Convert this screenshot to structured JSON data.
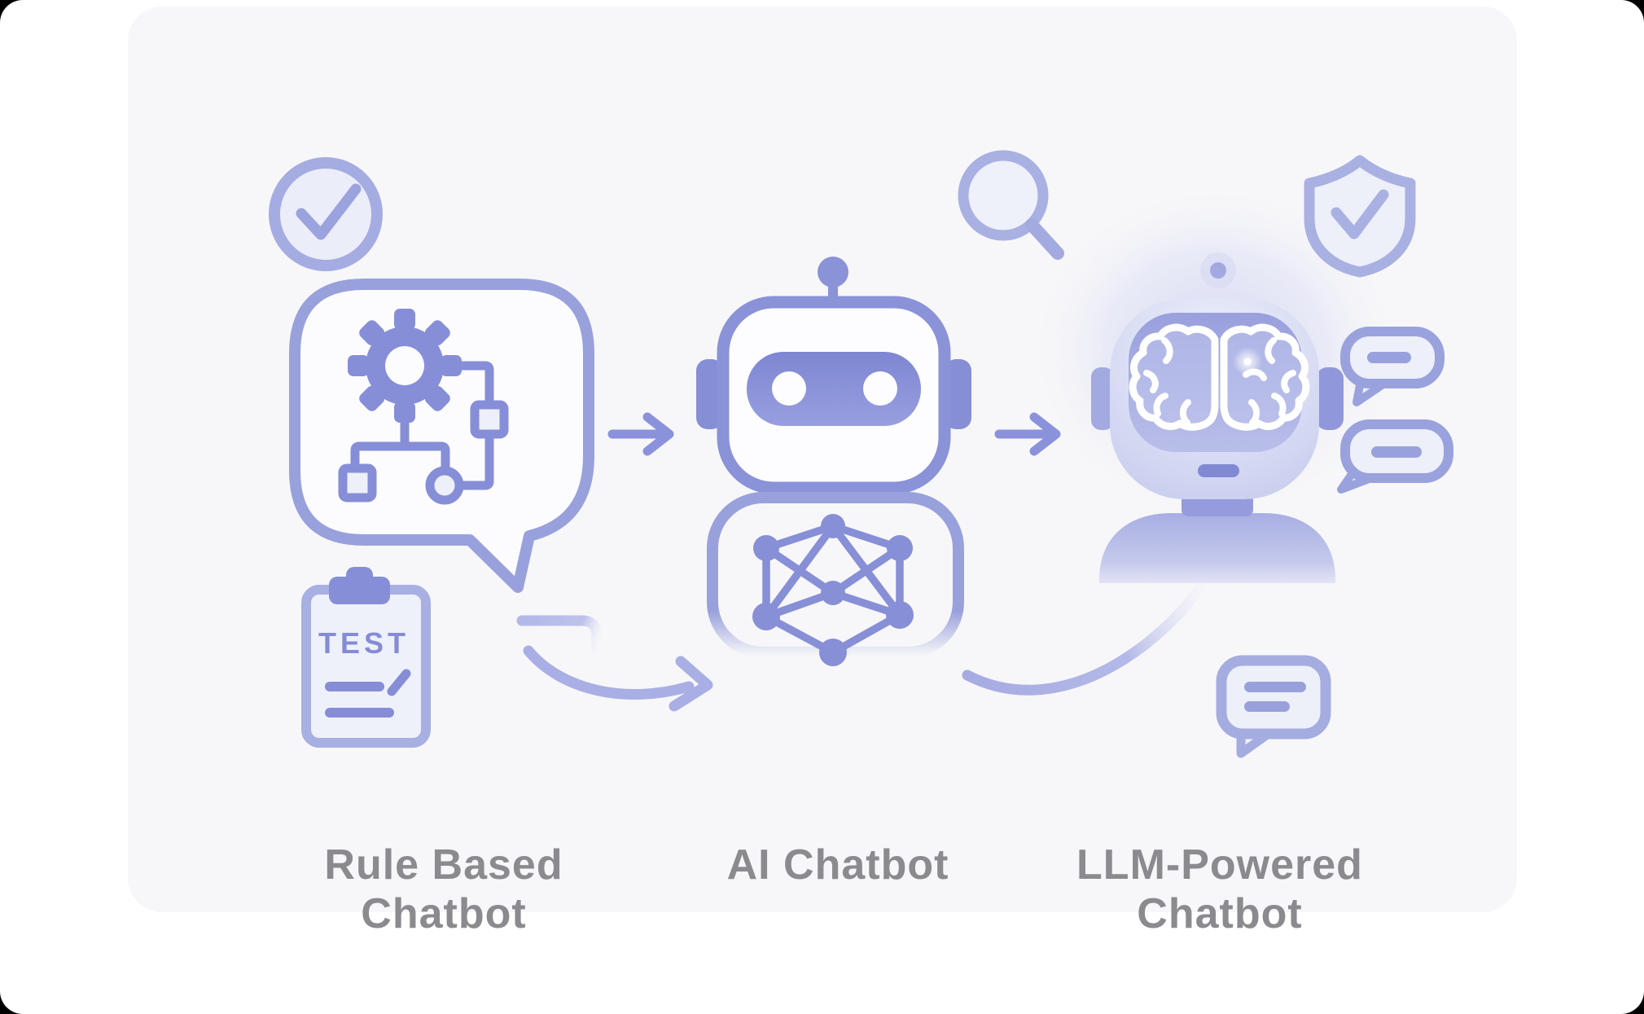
{
  "diagram": {
    "type": "flow",
    "title": "",
    "stages": [
      {
        "id": "rule-based-chatbot",
        "label_line1": "Rule Based",
        "label_line2": "Chatbot",
        "clipboard_text": "TEST",
        "icons": [
          "check-circle-icon",
          "speech-bubble-icon",
          "gear-icon",
          "flowchart-icon",
          "test-clipboard-icon"
        ]
      },
      {
        "id": "ai-chatbot",
        "label_line1": "AI Chatbot",
        "label_line2": "",
        "icons": [
          "magnifier-icon",
          "robot-head-icon",
          "antenna-icon",
          "neural-network-icon"
        ]
      },
      {
        "id": "llm-powered-chatbot",
        "label_line1": "LLM-Powered",
        "label_line2": "Chatbot",
        "icons": [
          "shield-check-icon",
          "robot-brain-icon",
          "sparkle-icon",
          "chat-bubble-icon",
          "chat-bubble-bottom-icon"
        ]
      }
    ],
    "connections": [
      {
        "from": "rule-based-chatbot",
        "to": "ai-chatbot",
        "style": "straight-arrow"
      },
      {
        "from": "rule-based-chatbot",
        "to": "ai-chatbot",
        "style": "curved-arrow"
      },
      {
        "from": "ai-chatbot",
        "to": "llm-powered-chatbot",
        "style": "straight-arrow"
      },
      {
        "from": "ai-chatbot",
        "to": "llm-powered-chatbot",
        "style": "curved-arrow-fading"
      }
    ]
  },
  "colors": {
    "accent_solid": "#878ED8",
    "outline_light": "#A6ADE1",
    "outline_mid": "#99A1DC",
    "robot_outline": "#8A92D8",
    "arrow": "#8A92DC",
    "curved_arrow": "#A9AFE4",
    "fill_light": "#EDEFF9",
    "label_gray": "#8A8A8F",
    "card_background": "#F7F7F9",
    "page_background": "#FFFFFF"
  }
}
